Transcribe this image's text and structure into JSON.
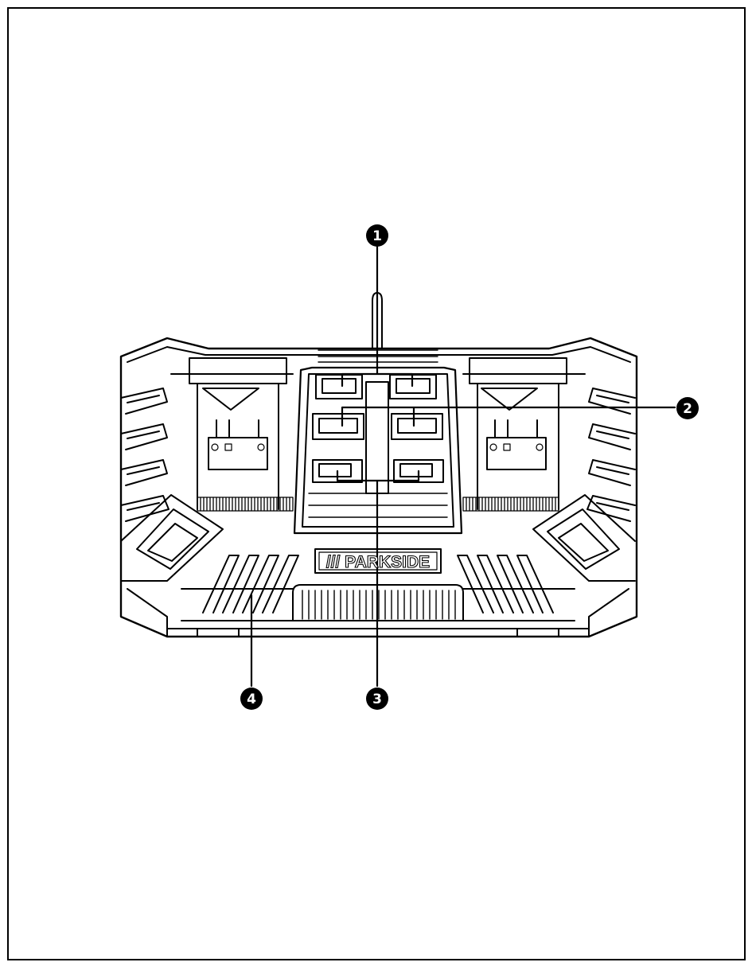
{
  "brand": {
    "label": "/// PARKSIDE"
  },
  "callouts": [
    {
      "id": "1",
      "label": "1"
    },
    {
      "id": "2",
      "label": "2"
    },
    {
      "id": "3",
      "label": "3"
    },
    {
      "id": "4",
      "label": "4"
    }
  ],
  "colors": {
    "line": "#000000",
    "background": "#ffffff",
    "callout_fill": "#000000"
  },
  "icons": [
    "battery-slot-icon",
    "terminal-symbol-icon",
    "charge-indicator-led-icon",
    "ventilation-slot-icon"
  ]
}
